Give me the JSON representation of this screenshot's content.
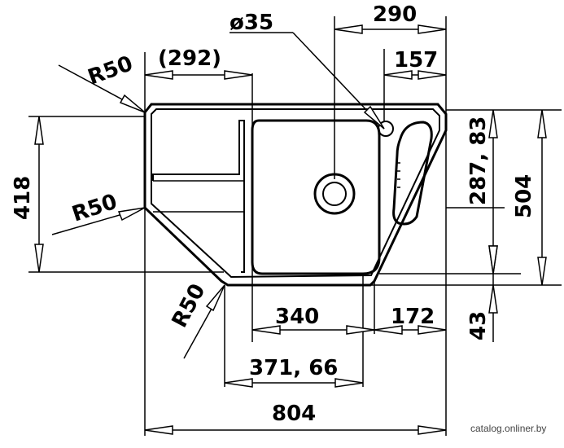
{
  "labels": {
    "width_total": "804",
    "width_290": "290",
    "width_157": "157",
    "width_292": "(292)",
    "drain_dia": "ø35",
    "width_340": "340",
    "width_172": "172",
    "width_371": "371, 66",
    "height_418": "418",
    "height_504": "504",
    "height_287": "287, 83",
    "height_43": "43",
    "radius_top": "R50",
    "radius_mid": "R50",
    "radius_bot": "R50"
  },
  "watermark": "catalog.onliner.by"
}
